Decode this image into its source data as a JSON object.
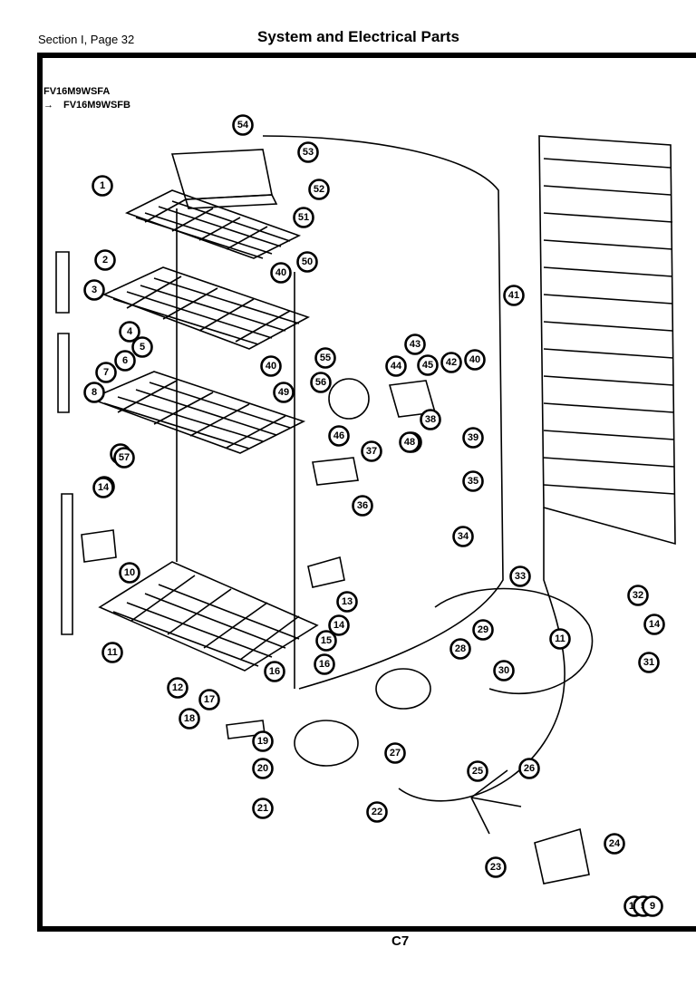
{
  "header": {
    "section": "Section I, Page 32",
    "title": "System and Electrical Parts"
  },
  "models": [
    "FV16M9WSFA",
    "FV16M9WSFB"
  ],
  "page_code": "C7",
  "callouts": [
    "1",
    "2",
    "3",
    "4",
    "5",
    "6",
    "7",
    "8",
    "9",
    "5",
    "10",
    "11",
    "12",
    "13",
    "14",
    "15",
    "16",
    "16",
    "17",
    "18",
    "19",
    "20",
    "21",
    "22",
    "23",
    "24",
    "25",
    "26",
    "27",
    "28",
    "29",
    "11",
    "30",
    "31",
    "14",
    "32",
    "33",
    "34",
    "35",
    "36",
    "37",
    "38",
    "39",
    "40",
    "41",
    "42",
    "43",
    "44",
    "45",
    "46",
    "47",
    "48",
    "49",
    "40",
    "40",
    "50",
    "51",
    "52",
    "53",
    "54",
    "55",
    "56",
    "57",
    "14",
    "15",
    "5",
    "9"
  ]
}
